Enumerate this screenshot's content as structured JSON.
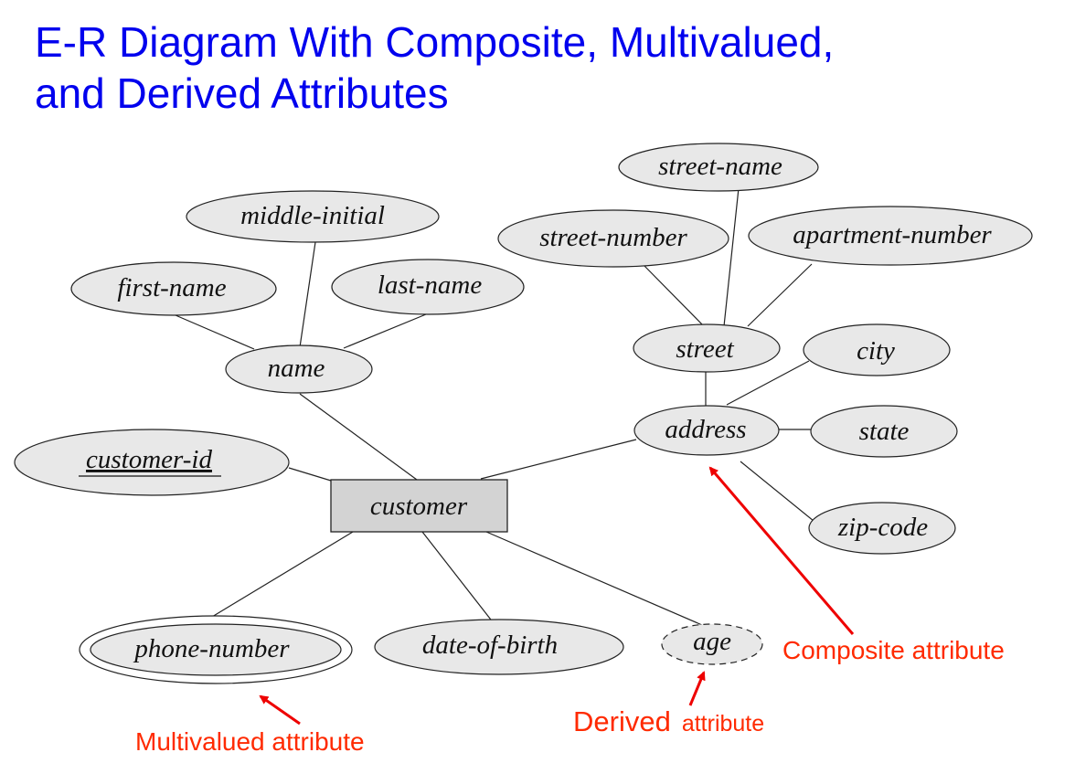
{
  "title": {
    "line1": "E-R Diagram With Composite, Multivalued,",
    "line2": "and Derived Attributes"
  },
  "colors": {
    "title": "#0000ee",
    "annotation": "#ff2a00",
    "arrow": "#ee0000",
    "ellipse_fill": "#e8e8e8",
    "entity_fill": "#d3d3d3"
  },
  "entity": {
    "label": "customer"
  },
  "attributes": {
    "middle_initial": "middle-initial",
    "first_name": "first-name",
    "last_name": "last-name",
    "name": "name",
    "customer_id": "customer-id",
    "street_name": "street-name",
    "street_number": "street-number",
    "apartment_number": "apartment-number",
    "street": "street",
    "city": "city",
    "address": "address",
    "state": "state",
    "zip_code": "zip-code",
    "phone_number": "phone-number",
    "date_of_birth": "date-of-birth",
    "age": "age"
  },
  "annotations": {
    "composite": "Composite attribute",
    "multivalued": "Multivalued attribute",
    "derived_main": "Derived",
    "derived_small": "attribute"
  }
}
